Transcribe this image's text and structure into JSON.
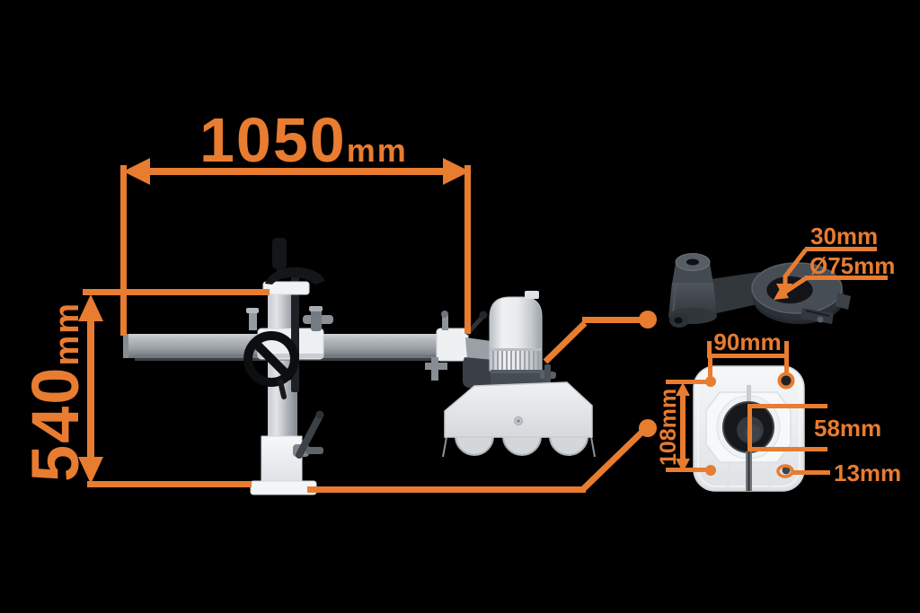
{
  "colors": {
    "background": "#000000",
    "accent": "#E87C30"
  },
  "overall_dimensions": {
    "width": {
      "value": "1050",
      "unit": "mm"
    },
    "height": {
      "value": "540",
      "unit": "mm"
    }
  },
  "tube_clamp_detail": {
    "clamp_width": "30mm",
    "clamp_bore": "Ø75mm"
  },
  "mount_bracket_detail": {
    "hole_spacing_width": "90mm",
    "hole_spacing_height": "108mm",
    "bore_diameter": "58mm",
    "mount_hole": "13mm"
  }
}
